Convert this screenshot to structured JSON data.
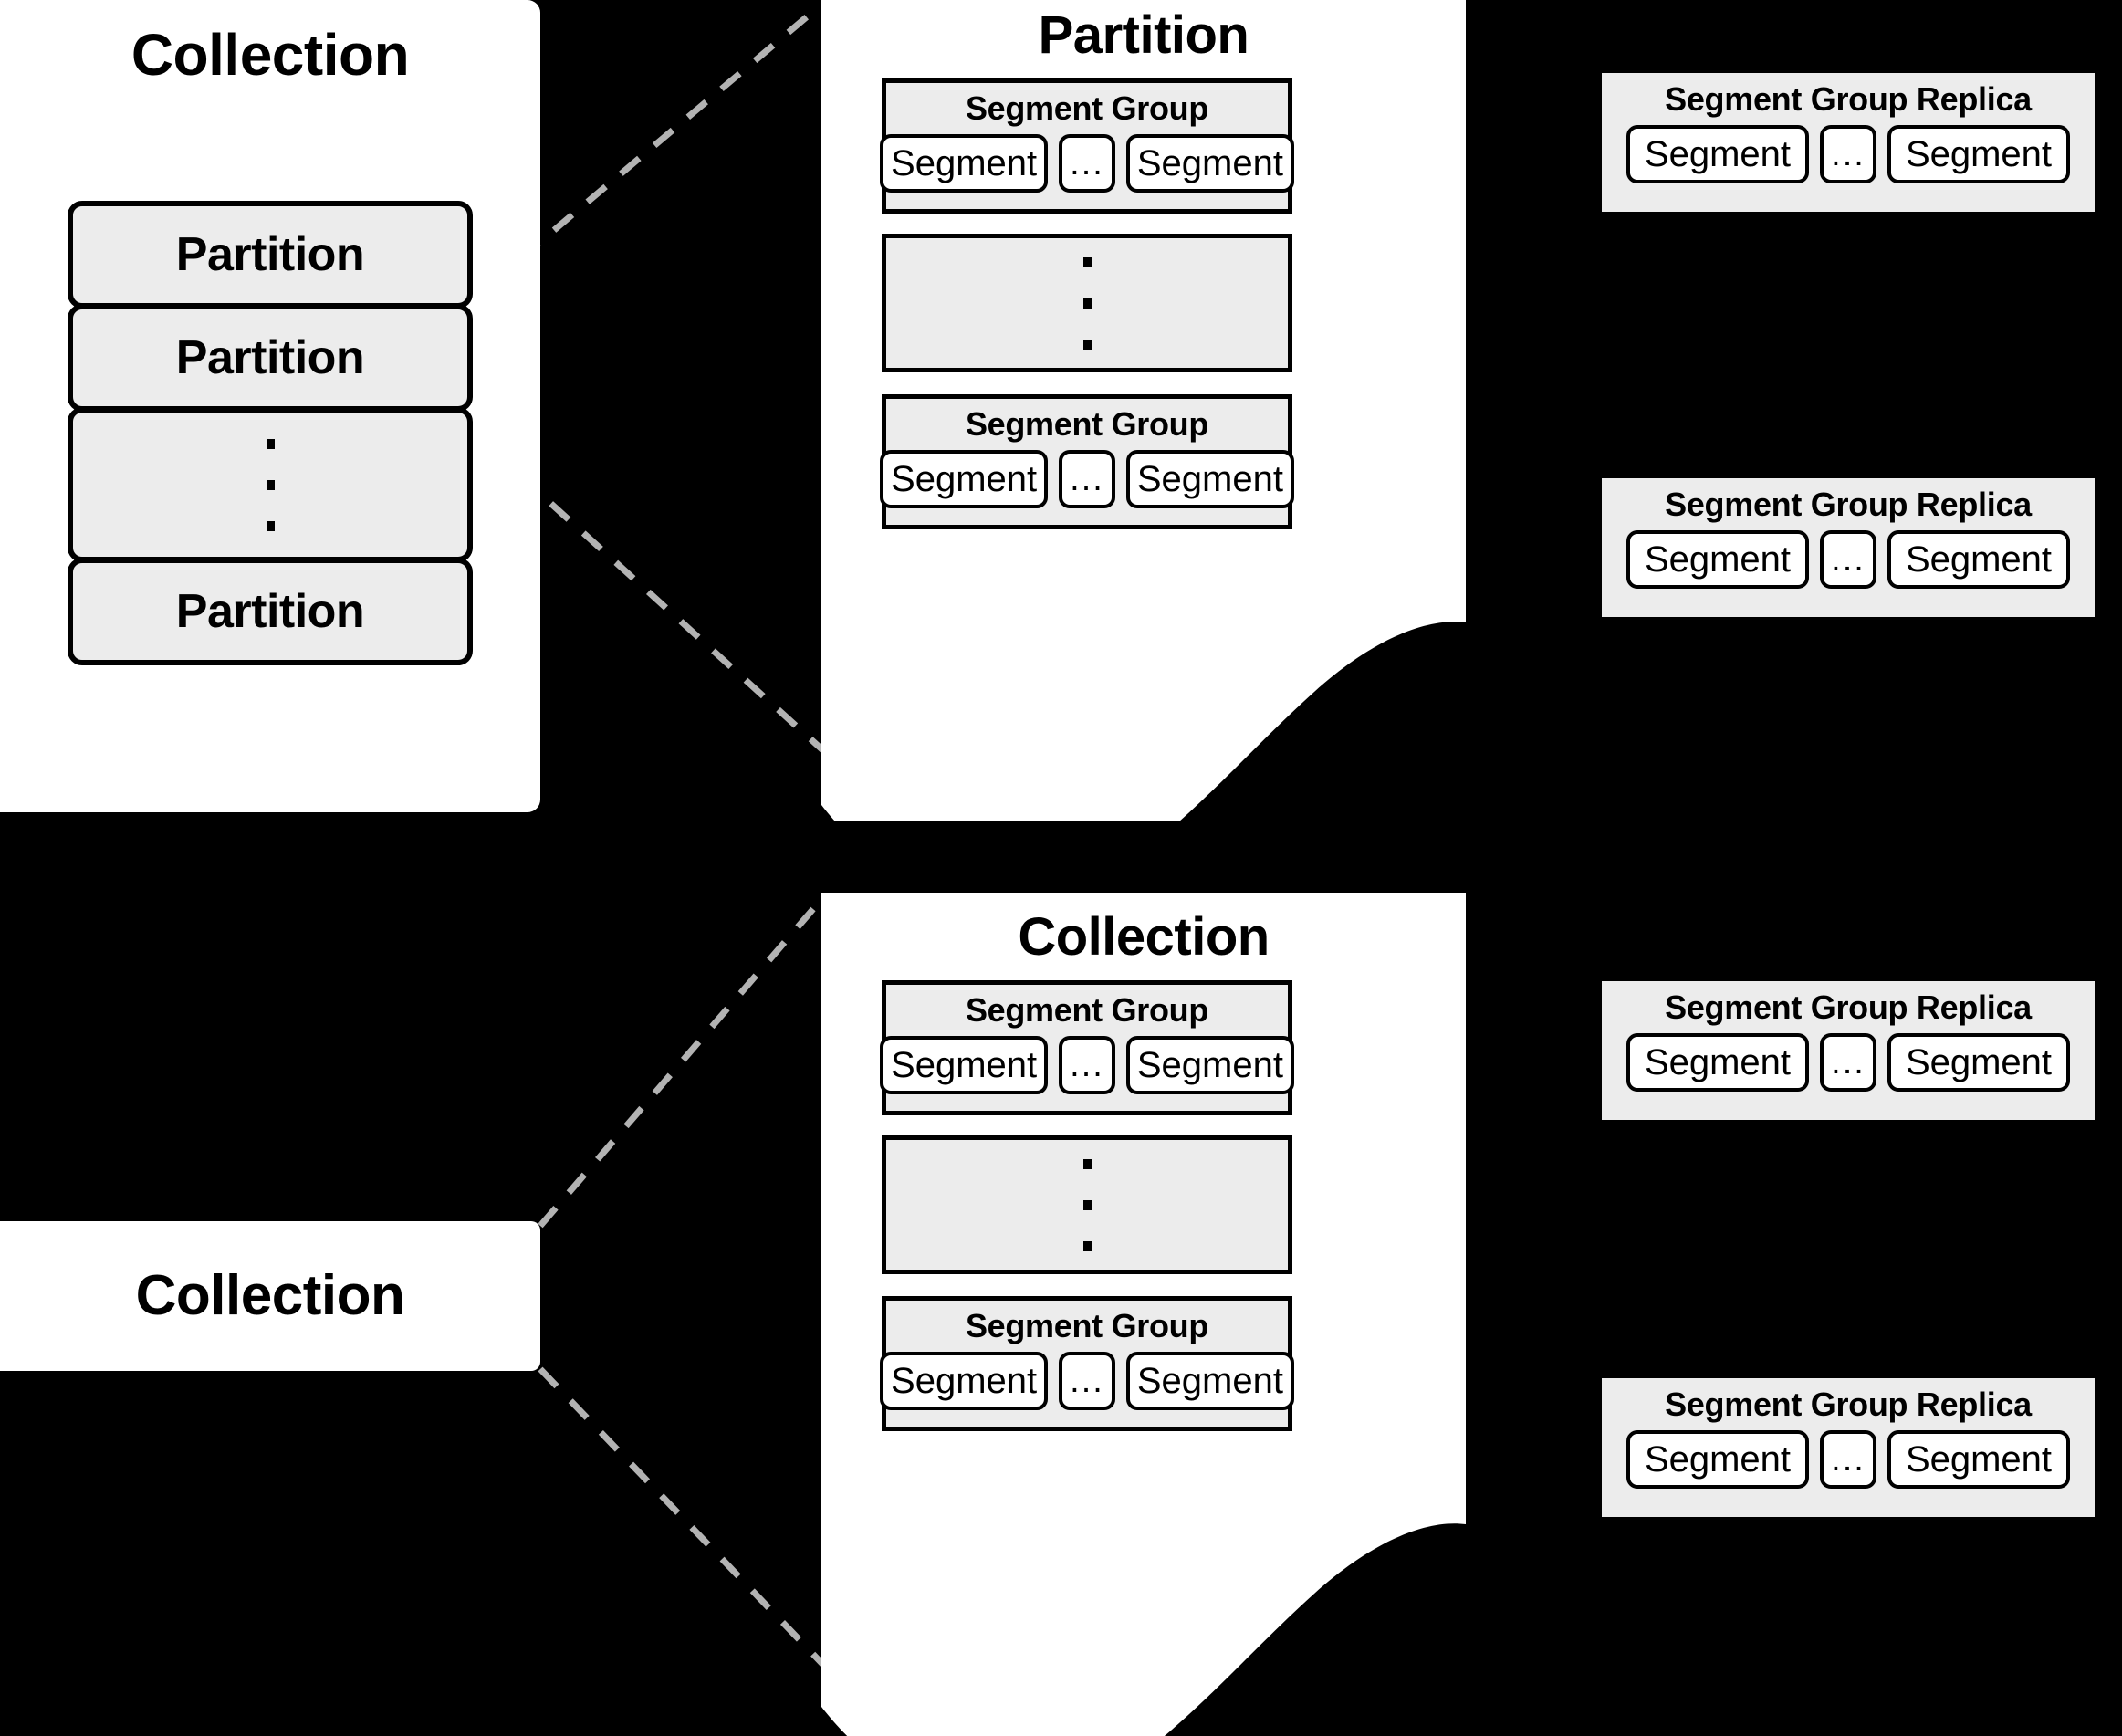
{
  "diagram": {
    "title": "Collection / Partition / Segment Group hierarchy",
    "colors": {
      "background": "#000000",
      "panel": "#ffffff",
      "box_fill": "#ececec",
      "stroke": "#000000",
      "connector": "#b3b3b3"
    }
  },
  "top_left_collection": {
    "title": "Collection",
    "partitions": [
      {
        "label": "Partition",
        "kind": "item"
      },
      {
        "label": "Partition",
        "kind": "item"
      },
      {
        "label": "",
        "kind": "ellipsis"
      },
      {
        "label": "Partition",
        "kind": "item"
      }
    ]
  },
  "top_partition_panel": {
    "title": "Partition",
    "segment_groups": [
      {
        "title": "Segment Group",
        "segments": [
          "Segment",
          "...",
          "Segment"
        ]
      },
      {
        "title": "",
        "kind": "ellipsis"
      },
      {
        "title": "Segment Group",
        "segments": [
          "Segment",
          "...",
          "Segment"
        ]
      }
    ]
  },
  "top_replicas": [
    {
      "title": "Segment Group Replica",
      "segments": [
        "Segment",
        "...",
        "Segment"
      ]
    },
    {
      "title": "Segment Group Replica",
      "segments": [
        "Segment",
        "...",
        "Segment"
      ]
    }
  ],
  "bottom_left_collection": {
    "title": "Collection"
  },
  "bottom_collection_panel": {
    "title": "Collection",
    "segment_groups": [
      {
        "title": "Segment Group",
        "segments": [
          "Segment",
          "...",
          "Segment"
        ]
      },
      {
        "title": "",
        "kind": "ellipsis"
      },
      {
        "title": "Segment Group",
        "segments": [
          "Segment",
          "...",
          "Segment"
        ]
      }
    ]
  },
  "bottom_replicas": [
    {
      "title": "Segment Group Replica",
      "segments": [
        "Segment",
        "...",
        "Segment"
      ]
    },
    {
      "title": "Segment Group Replica",
      "segments": [
        "Segment",
        "...",
        "Segment"
      ]
    }
  ]
}
